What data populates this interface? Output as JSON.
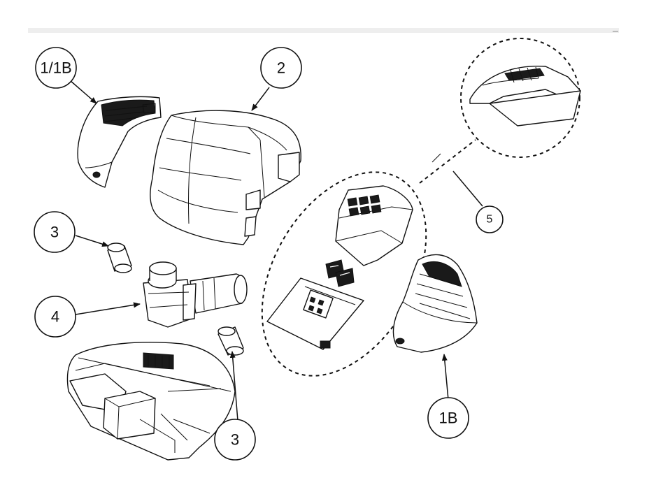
{
  "callouts": {
    "part_1_1b": "1/1B",
    "part_2": "2",
    "part_3_top": "3",
    "part_4": "4",
    "part_3_bottom": "3",
    "part_1b": "1B",
    "part_5": "5"
  },
  "colors": {
    "line": "#111111",
    "background": "#ffffff",
    "top_bar": "#eeeeee"
  }
}
